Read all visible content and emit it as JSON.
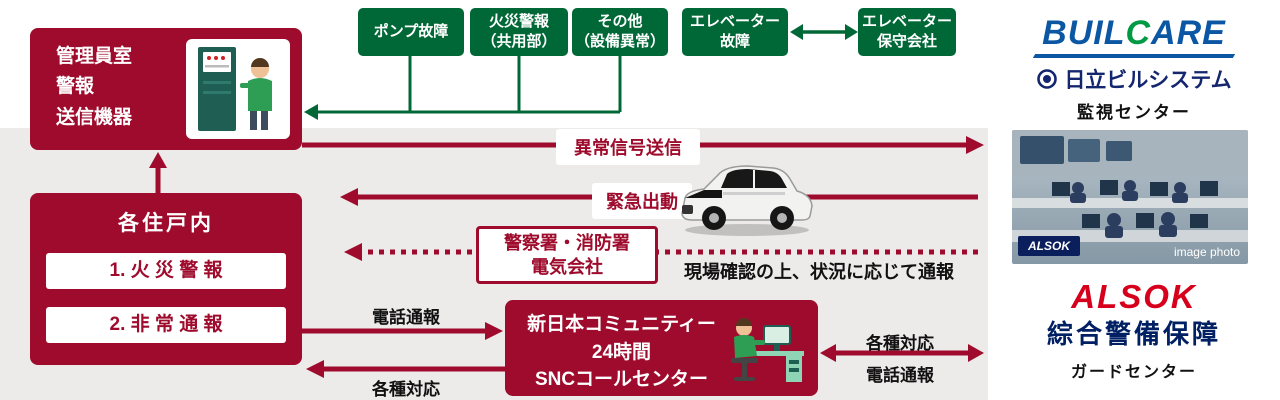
{
  "colors": {
    "accent_red": "#9e0b2c",
    "green": "#006837",
    "gray_band": "#edeaea",
    "builcare_blue": "#0b57a4",
    "builcare_green": "#009a44",
    "hitachi_navy": "#14266e",
    "alsok_red": "#d6001c",
    "alsok_navy": "#002063"
  },
  "icons": {
    "manager_equipment": "alarm-panel-and-person",
    "operator": "call-center-operator-at-desk",
    "police_car": "patrol-car",
    "hitachi_mark": "concentric-circles"
  },
  "left_panel": {
    "manager_box": {
      "text": "管理員室\n警報\n送信機器"
    },
    "dwelling_box": {
      "title": "各住戸内",
      "items": [
        {
          "label": "1. 火 災 警 報"
        },
        {
          "label": "2. 非 常 通 報"
        }
      ]
    }
  },
  "green_boxes": [
    {
      "label": "ポンプ故障"
    },
    {
      "label": "火災警報\n（共用部）"
    },
    {
      "label": "その他\n（設備異常）"
    },
    {
      "label": "エレベーター\n故障"
    },
    {
      "label": "エレベーター\n保守会社"
    }
  ],
  "flows": {
    "signal": "異常信号送信",
    "dispatch": "緊急出動",
    "agencies": "警察署・消防署\n電気会社",
    "onsite_note": "現場確認の上、状況に応じて通報",
    "phone_left": "電話通報",
    "support_left": "各種対応",
    "support_right": "各種対応",
    "phone_right": "電話通報"
  },
  "snc_box": {
    "text": "新日本コミュニティー\n24時間\nSNCコールセンター"
  },
  "right_panel": {
    "builcare": {
      "parts": [
        {
          "t": "BUIL"
        },
        {
          "t": "C"
        },
        {
          "t": "ARE"
        }
      ]
    },
    "hitachi": "日立ビルシステム",
    "monitoring_center": "監視センター",
    "photo": {
      "sign": "ALSOK",
      "caption": "image photo"
    },
    "alsok_logo": "ALSOK",
    "sogo": "綜合警備保障",
    "guard_center": "ガードセンター"
  }
}
